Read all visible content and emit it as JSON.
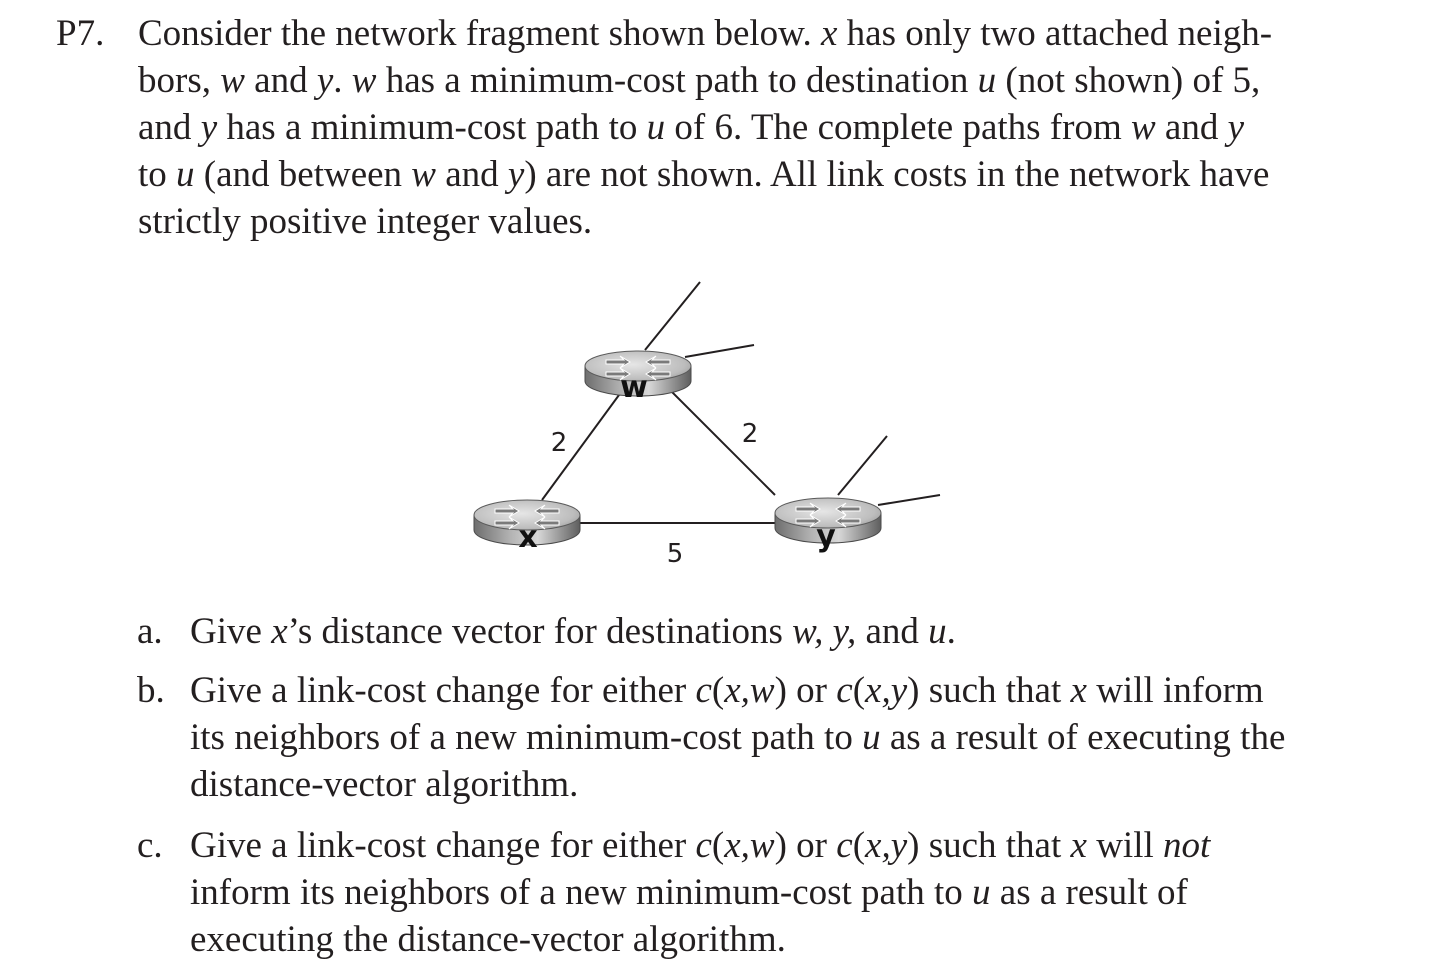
{
  "problem": {
    "number": "P7.",
    "lines": [
      [
        "Consider the network fragment shown below. ",
        {
          "i": "x"
        },
        " has only two attached neigh-"
      ],
      [
        "bors, ",
        {
          "i": "w"
        },
        " and ",
        {
          "i": "y"
        },
        ". ",
        {
          "i": "w"
        },
        " has a minimum-cost path to destination ",
        {
          "i": "u"
        },
        " (not shown) of 5,"
      ],
      [
        "and ",
        {
          "i": "y"
        },
        " has a minimum-cost path to ",
        {
          "i": "u"
        },
        " of 6. The complete paths from ",
        {
          "i": "w"
        },
        " and ",
        {
          "i": "y"
        }
      ],
      [
        "to ",
        {
          "i": "u"
        },
        " (and between ",
        {
          "i": "w"
        },
        " and ",
        {
          "i": "y"
        },
        ") are not shown. All link costs in the network have"
      ],
      [
        "strictly positive integer values."
      ]
    ]
  },
  "figure": {
    "routers": {
      "w": "w",
      "x": "x",
      "y": "y"
    },
    "links": {
      "x_w": "2",
      "w_y": "2",
      "x_y": "5"
    }
  },
  "parts": [
    {
      "label": "a.",
      "lines": [
        [
          "Give ",
          {
            "i": "x"
          },
          "’s distance vector for destinations ",
          {
            "i": "w, y,"
          },
          " and ",
          {
            "i": "u"
          },
          "."
        ]
      ]
    },
    {
      "label": "b.",
      "lines": [
        [
          "Give a link-cost change for either ",
          {
            "i": "c"
          },
          "(",
          {
            "i": "x,w"
          },
          ") or ",
          {
            "i": "c"
          },
          "(",
          {
            "i": "x,y"
          },
          ") such that ",
          {
            "i": "x"
          },
          " will inform"
        ],
        [
          "its neighbors of a new minimum-cost path to ",
          {
            "i": "u"
          },
          " as a result of executing the"
        ],
        [
          "distance-vector algorithm."
        ]
      ]
    },
    {
      "label": "c.",
      "lines": [
        [
          "Give a link-cost change for either ",
          {
            "i": "c"
          },
          "(",
          {
            "i": "x,w"
          },
          ") or ",
          {
            "i": "c"
          },
          "(",
          {
            "i": "x,y"
          },
          ") such that ",
          {
            "i": "x"
          },
          " will ",
          {
            "i": "not"
          }
        ],
        [
          "inform its neighbors of a new minimum-cost path to ",
          {
            "i": "u"
          },
          " as a result of"
        ],
        [
          "executing the distance-vector algorithm."
        ]
      ]
    }
  ]
}
